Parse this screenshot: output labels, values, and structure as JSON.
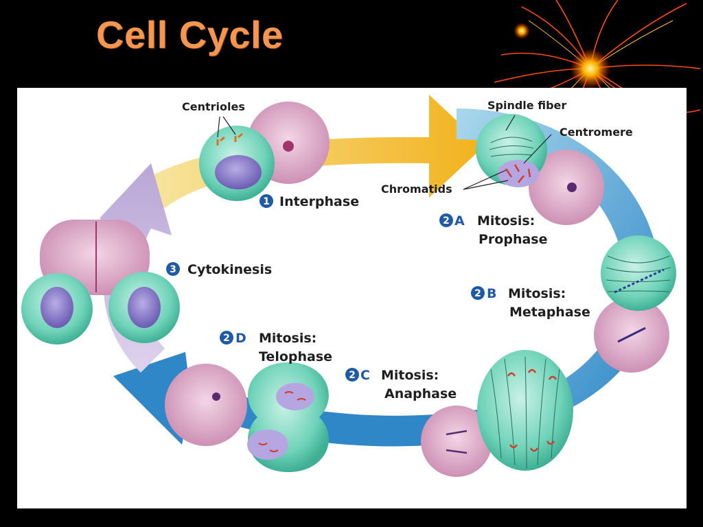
{
  "slide": {
    "title": "Cell Cycle"
  },
  "colors": {
    "title": "#f4964f",
    "arrow_gold": "#f2b21c",
    "arrow_light_blue": "#a9d8ec",
    "arrow_blue": "#2f87c8",
    "arrow_purple": "#b9a6d6",
    "cell_green": "#6fd3b8",
    "nucleus_purple": "#6b5bb3",
    "number_badge": "#1f5aa6"
  },
  "stages": [
    {
      "number": "1",
      "letter": "",
      "line1": "Interphase",
      "line2": ""
    },
    {
      "number": "2",
      "letter": "A",
      "line1": "Mitosis:",
      "line2": "Prophase"
    },
    {
      "number": "2",
      "letter": "B",
      "line1": "Mitosis:",
      "line2": "Metaphase"
    },
    {
      "number": "2",
      "letter": "C",
      "line1": "Mitosis:",
      "line2": "Anaphase"
    },
    {
      "number": "2",
      "letter": "D",
      "line1": "Mitosis:",
      "line2": "Telophase"
    },
    {
      "number": "3",
      "letter": "",
      "line1": "Cytokinesis",
      "line2": ""
    }
  ],
  "structures": {
    "centrioles": "Centrioles",
    "spindle_fiber": "Spindle fiber",
    "centromere": "Centromere",
    "chromatids": "Chromatids"
  }
}
